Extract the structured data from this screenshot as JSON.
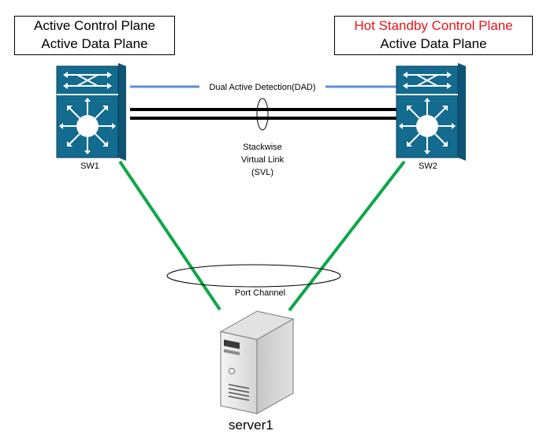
{
  "sw1_box": {
    "line1": "Active Control Plane",
    "line2": "Active Data Plane"
  },
  "sw2_box": {
    "line1": "Hot Standby Control Plane",
    "line2": "Active Data Plane"
  },
  "sw1": {
    "label": "SW1"
  },
  "sw2": {
    "label": "SW2"
  },
  "dad": {
    "label": "Dual Active Detection(DAD)"
  },
  "svl": {
    "line1": "Stackwise",
    "line2": "Virtual Link",
    "line3": "(SVL)"
  },
  "port_channel": {
    "label": "Port Channel"
  },
  "server": {
    "label": "server1"
  },
  "colors": {
    "switch_front": "#136b8f",
    "switch_side": "#0f5475",
    "dad_link": "#5b8fd6",
    "uplink": "#0ea64a",
    "svl_link": "#000000",
    "standby_text": "#e8141a"
  },
  "icons": {
    "switch": "layer3-switch-icon",
    "server": "tower-server-icon"
  }
}
